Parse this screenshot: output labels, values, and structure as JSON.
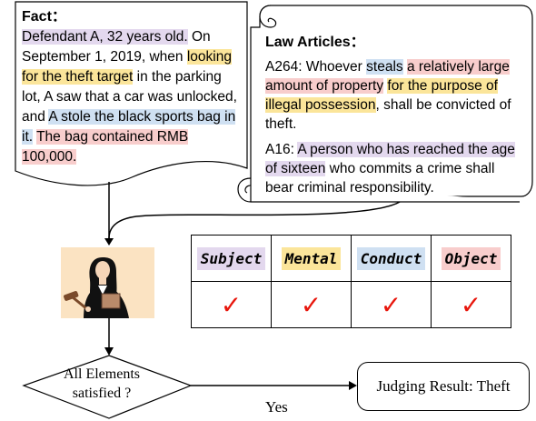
{
  "fact": {
    "heading": "Fact",
    "heading_colon": "：",
    "seg1": "Defendant A, 32 years old.",
    "seg2": " On September 1, 2019, when ",
    "seg3": "looking for the theft target",
    "seg4": " in the parking lot, A saw that a car was unlocked, and ",
    "seg5": "A stole the black sports bag in it.",
    "seg6": " ",
    "seg7": "The bag contained RMB 100,000."
  },
  "law": {
    "heading": "Law Articles",
    "heading_colon": "：",
    "a264_seg1": "A264: Whoever ",
    "a264_seg2": "steals",
    "a264_seg3": " ",
    "a264_seg4": "a relatively large amount of property",
    "a264_seg5": " ",
    "a264_seg6": "for the purpose of illegal possession",
    "a264_seg7": ", shall be convicted of theft.",
    "a16_seg1": "A16: ",
    "a16_seg2": "A person who has reached the age of sixteen",
    "a16_seg3": " who commits a crime shall bear criminal responsibility."
  },
  "elements": {
    "labels": [
      "Subject",
      "Mental",
      "Conduct",
      "Object"
    ],
    "colors": [
      "#e3d8ee",
      "#fbe59a",
      "#cfe0f2",
      "#f8cdcc"
    ],
    "check_mark": "✓"
  },
  "decision": {
    "line1": "All Elements",
    "line2": "satisfied ?",
    "yes": "Yes"
  },
  "result": {
    "text": "Judging Result: Theft"
  },
  "icons": {
    "judge": "judge-with-gavel-icon",
    "fact_document": "document-icon",
    "law_scroll": "scroll-icon"
  },
  "colors": {
    "purple_highlight": "#e3d8ee",
    "yellow_highlight": "#fbe59a",
    "blue_highlight": "#cfe0f2",
    "pink_highlight": "#f8cdcc",
    "check_red": "#e8160c",
    "judge_bg": "#fbe3c2"
  }
}
